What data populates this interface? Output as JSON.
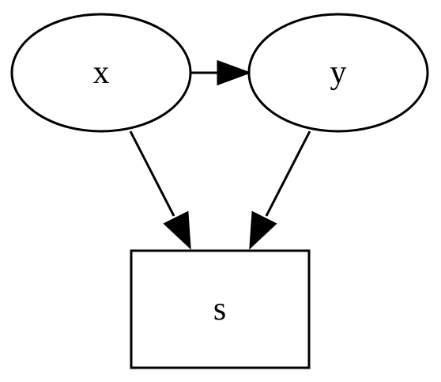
{
  "diagram": {
    "type": "directed-graph",
    "nodes": [
      {
        "id": "x",
        "label": "x",
        "shape": "ellipse"
      },
      {
        "id": "y",
        "label": "y",
        "shape": "ellipse"
      },
      {
        "id": "s",
        "label": "s",
        "shape": "rectangle"
      }
    ],
    "edges": [
      {
        "from": "x",
        "to": "y"
      },
      {
        "from": "x",
        "to": "s"
      },
      {
        "from": "y",
        "to": "s"
      }
    ],
    "colors": {
      "stroke": "#000000",
      "fill": "#ffffff",
      "background": "#ffffff"
    }
  }
}
